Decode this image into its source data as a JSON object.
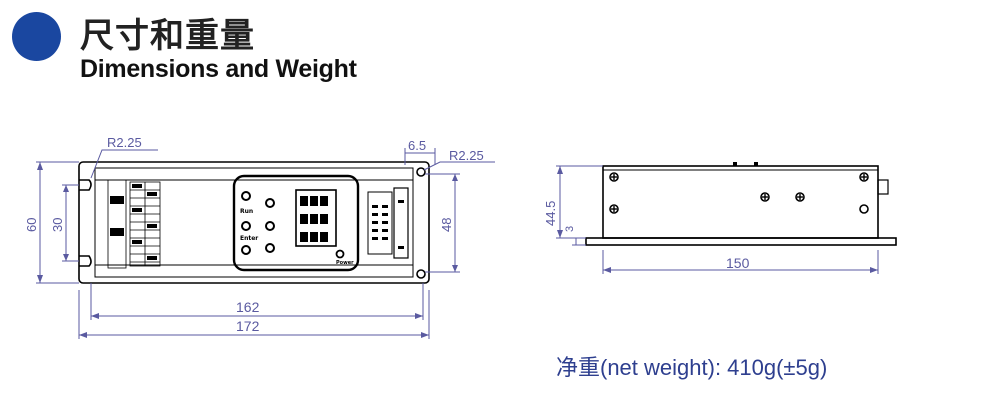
{
  "header": {
    "accent_color": "#1a47a0",
    "title_cn": "尺寸和重量",
    "title_en": "Dimensions and Weight"
  },
  "front_view": {
    "dims": {
      "r_left": "R2.25",
      "r_right": "R2.25",
      "width_top": "6.5",
      "height_60": "60",
      "height_30": "30",
      "height_48": "48",
      "length_162": "162",
      "length_172": "172"
    },
    "panel_labels": {
      "run": "Run",
      "enter": "Enter",
      "power": "Power"
    }
  },
  "side_view": {
    "dims": {
      "height_44_5": "44.5",
      "height_3": "3",
      "length_150": "150"
    }
  },
  "weight_note": "净重(net weight): 410g(±5g)"
}
